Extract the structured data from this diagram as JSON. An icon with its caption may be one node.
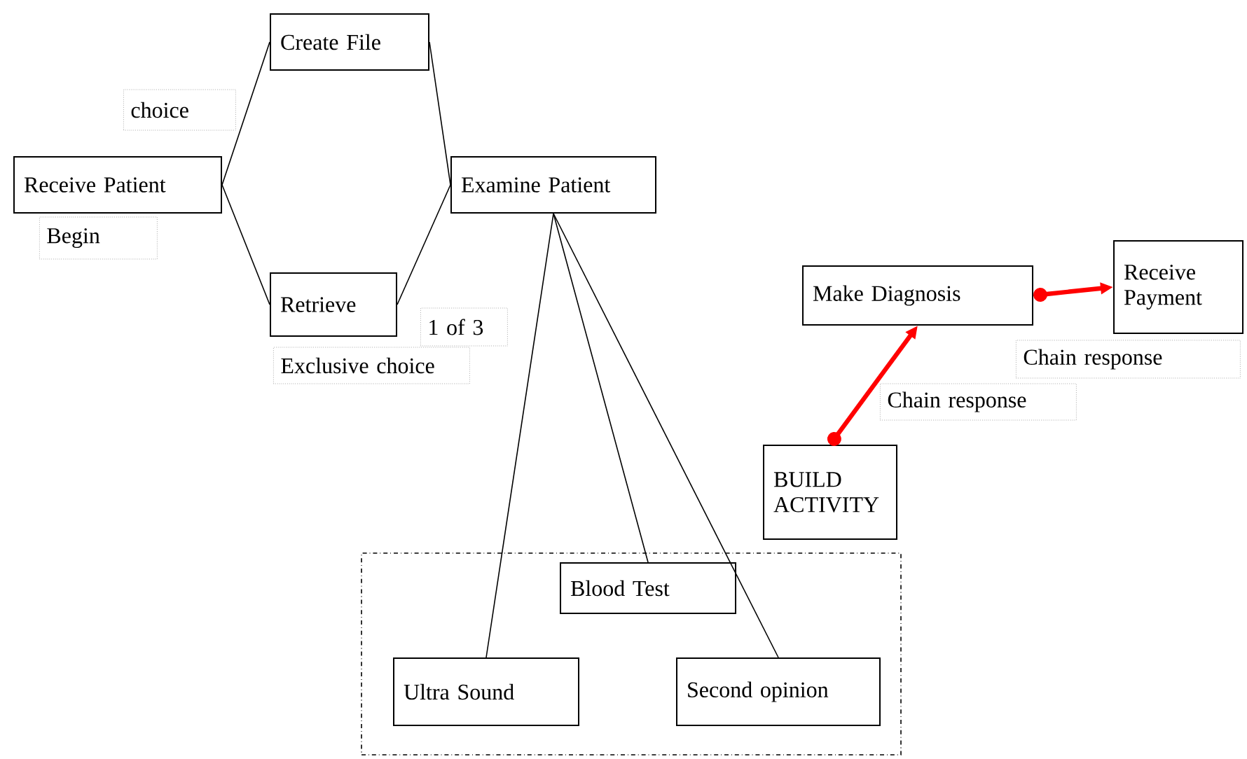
{
  "diagram": {
    "nodes": [
      {
        "text": [
          "Receive Patient"
        ],
        "beside": [
          "Begin"
        ]
      },
      {
        "text": [
          "Create File"
        ]
      },
      {
        "text": [
          "Retrieve"
        ]
      },
      {
        "text": [
          "Examine Patient"
        ]
      },
      {
        "text": [
          "Make Diagnosis"
        ]
      },
      {
        "text": [
          "Receive Payment"
        ]
      },
      {
        "text": [
          "BUILD ACTIVITY"
        ]
      },
      {
        "text": [],
        "shape": "box"
      },
      {
        "text": [
          "Blood Test"
        ],
        "in": 7
      },
      {
        "text": [
          "Ultra Sound"
        ],
        "in": 7
      },
      {
        "text": [
          "Second opinion"
        ],
        "in": 7
      }
    ],
    "edges": [
      {
        "from": 0,
        "to": 1,
        "arrow": "none",
        "label": "choice"
      },
      {
        "from": 0,
        "to": 2,
        "arrow": "none"
      },
      {
        "from": 1,
        "to": 3,
        "arrow": "none"
      },
      {
        "from": 2,
        "to": 3,
        "arrow": "none",
        "label": "Exclusive choice"
      },
      {
        "from": 3,
        "to": 9,
        "arrow": "none"
      },
      {
        "from": 3,
        "to": 8,
        "arrow": "none"
      },
      {
        "from": 3,
        "to": 10,
        "arrow": "none"
      },
      {
        "from": 6,
        "to": 4,
        "arrow": "to",
        "label": "Chain response",
        "style": "thick",
        "color": "#ff0000"
      },
      {
        "from": 4,
        "to": 5,
        "arrow": "to",
        "label": "Chain response",
        "style": "thick",
        "color": "#ff0000"
      }
    ],
    "labels": [
      "1 of 3"
    ]
  }
}
